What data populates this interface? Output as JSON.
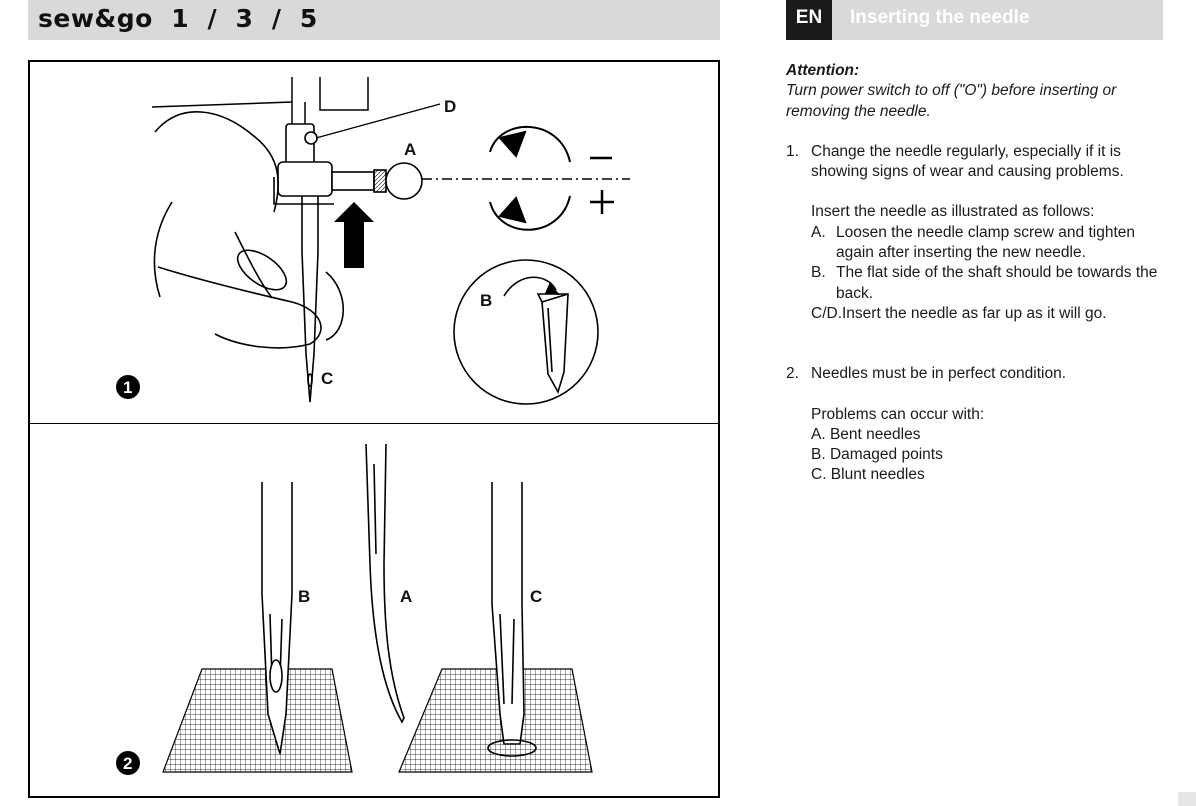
{
  "left_header": {
    "title": "sew&go  1  /  3  /  5"
  },
  "figure": {
    "step1": {
      "badge": "1",
      "labels": {
        "d": "D",
        "a": "A",
        "b": "B",
        "c": "C",
        "minus": "–",
        "plus": "+"
      }
    },
    "step2": {
      "badge": "2",
      "labels": {
        "b": "B",
        "a": "A",
        "c": "C"
      }
    }
  },
  "right_header": {
    "lang": "EN",
    "section_title": "Inserting the needle"
  },
  "attention": {
    "title": "Attention:",
    "text": "Turn power switch to off (\"O\") before inserting or removing the needle."
  },
  "steps": [
    {
      "number": "1.",
      "text": "Change the needle regularly, especially if it is showing signs of wear and causing problems.",
      "intro": "Insert the needle as illustrated as follows:",
      "items": [
        {
          "label": "A.",
          "text": "Loosen the needle clamp screw and tighten again after inserting the new needle."
        },
        {
          "label": "B.",
          "text": "The flat side of the shaft should be towards the back."
        }
      ],
      "final": "C/D.Insert the needle as far up as it will go."
    },
    {
      "number": "2.",
      "text": "Needles must be in perfect condition.",
      "intro": "Problems can occur with:",
      "items": [
        {
          "text": "A. Bent needles"
        },
        {
          "text": "B. Damaged points"
        },
        {
          "text": "C. Blunt needles"
        }
      ]
    }
  ]
}
